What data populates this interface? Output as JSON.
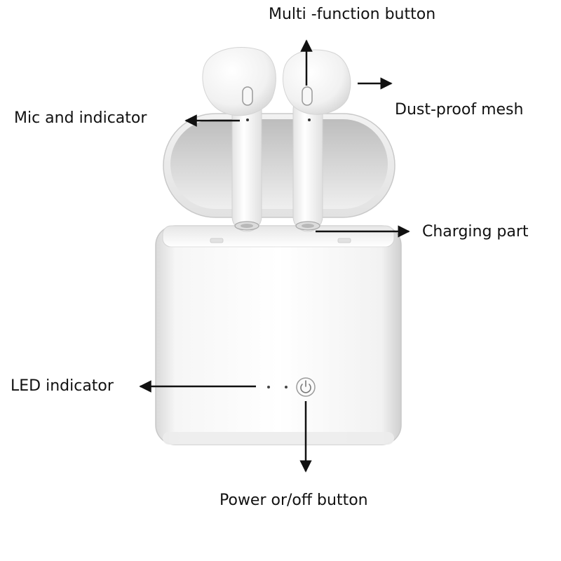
{
  "labels": {
    "multi_function": "Multi -function button",
    "mic_indicator": "Mic and indicator",
    "dust_mesh": "Dust-proof mesh",
    "charging_part": "Charging part",
    "led_indicator": "LED indicator",
    "power_button": "Power or/off button"
  },
  "icons": {
    "power": "power-icon"
  },
  "colors": {
    "arrow": "#111111",
    "case_body": "#f4f4f4",
    "case_shadow": "#cfcfcf",
    "earbud": "#fbfbfb"
  }
}
